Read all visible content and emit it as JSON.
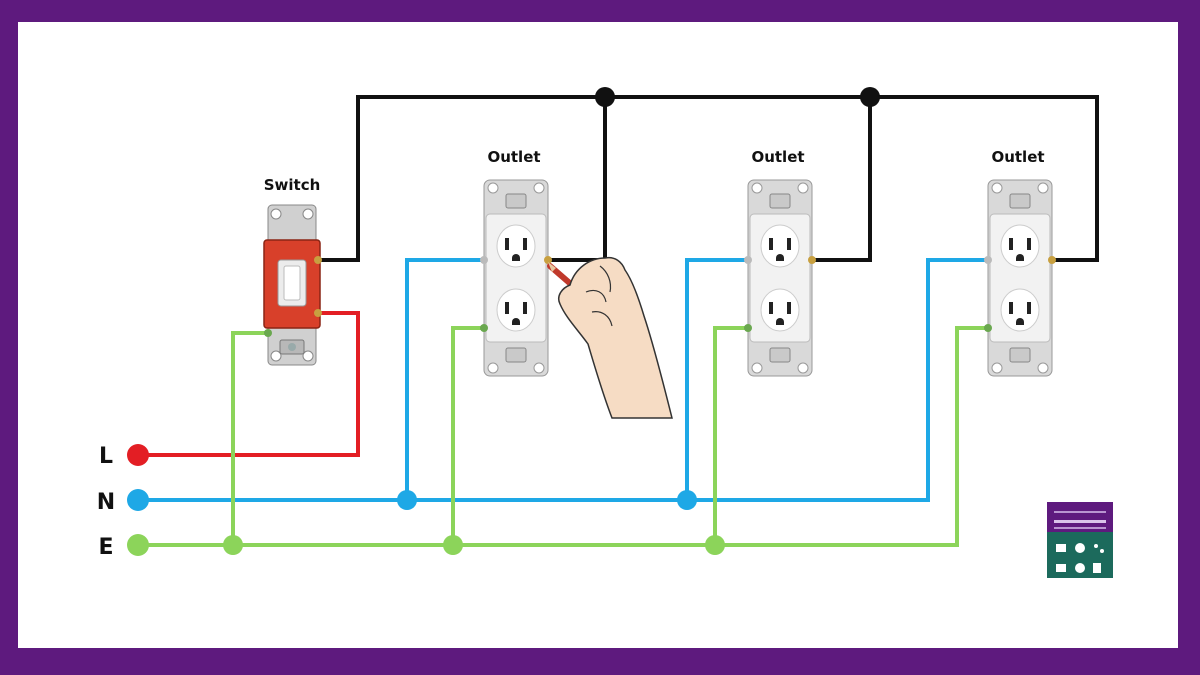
{
  "colors": {
    "frame": "#5e1a7e",
    "line": "#e31e24",
    "neutral": "#1ea8e6",
    "earth": "#8cd45a",
    "switched": "#111111",
    "switch_body": "#d8402a",
    "outlet_face": "#f2f2f2",
    "logo_bg": "#1c6a5c",
    "logo_band": "#5e1a7e"
  },
  "labels": {
    "switch": "Switch",
    "outlet_1": "Outlet",
    "outlet_2": "Outlet",
    "outlet_3": "Outlet",
    "terminal_l": "L",
    "terminal_n": "N",
    "terminal_e": "E"
  },
  "icons": {
    "hand": "hand-drawing-pencil-icon",
    "logo": "electrical-channel-logo-icon"
  }
}
